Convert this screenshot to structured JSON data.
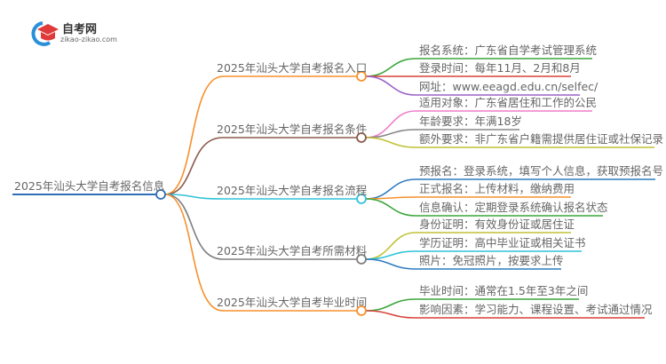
{
  "logo": {
    "name": "自考网",
    "url": "zikao-zikao.com"
  },
  "root": {
    "label": "2025年汕头大学自考报名信息",
    "color": "#2f6fb5"
  },
  "branches": [
    {
      "label": "2025年汕头大学自考报名入口",
      "color": "#f7902b",
      "leaves": [
        {
          "text": "报名系统：广东省自学考试管理系统",
          "color": "#3aa63a"
        },
        {
          "text": "登录时间：每年11月、2月和8月",
          "color": "#d9403a"
        },
        {
          "text": "网址：www.eeagd.edu.cn/selfec/",
          "color": "#9b63c9"
        }
      ]
    },
    {
      "label": "2025年汕头大学自考报名条件",
      "color": "#8c5a4a",
      "leaves": [
        {
          "text": "适用对象：广东省居住和工作的公民",
          "color": "#ee7fc8"
        },
        {
          "text": "年龄要求：年满18岁",
          "color": "#888888"
        },
        {
          "text": "额外要求：非广东省户籍需提供居住证或社保记录",
          "color": "#bfc233"
        }
      ]
    },
    {
      "label": "2025年汕头大学自考报名流程",
      "color": "#2fc3d9",
      "leaves": [
        {
          "text": "预报名：登录系统，填写个人信息，获取预报名号",
          "color": "#2f7bbf"
        },
        {
          "text": "正式报名：上传材料，缴纳费用",
          "color": "#f7902b"
        },
        {
          "text": "信息确认：定期登录系统确认报名状态",
          "color": "#3aa63a"
        }
      ]
    },
    {
      "label": "2025年汕头大学自考所需材料",
      "color": "#7f7f7f",
      "leaves": [
        {
          "text": "身份证明：有效身份证或居住证",
          "color": "#bfc233"
        },
        {
          "text": "学历证明：高中毕业证或相关证书",
          "color": "#2fc3d9"
        },
        {
          "text": "照片：免冠照片，按要求上传",
          "color": "#2f7bbf"
        }
      ]
    },
    {
      "label": "2025年汕头大学自考毕业时间",
      "color": "#f7902b",
      "leaves": [
        {
          "text": "毕业时间：通常在1.5年至3年之间",
          "color": "#3aa63a"
        },
        {
          "text": "影响因素：学习能力、课程设置、考试通过情况",
          "color": "#d9403a"
        }
      ]
    }
  ]
}
